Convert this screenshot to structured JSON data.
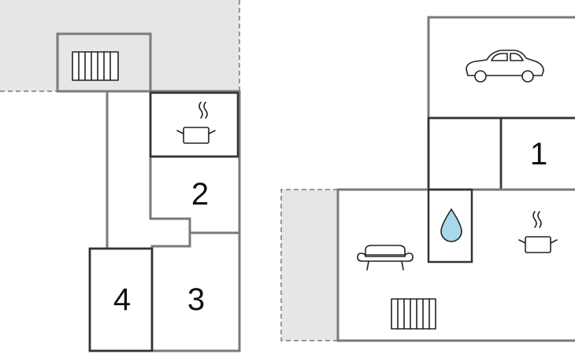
{
  "floorplan": {
    "colors": {
      "terrace": "#e6e6e6",
      "wall": "#7a7a7a",
      "wall_dark": "#333333",
      "water": "#a8d8ea"
    },
    "left_building": {
      "rooms": [
        {
          "id": "room-2",
          "label": "2"
        },
        {
          "id": "room-3",
          "label": "3"
        },
        {
          "id": "room-4",
          "label": "4"
        }
      ],
      "icons": [
        "radiator-icon",
        "kitchen-pot-icon"
      ]
    },
    "right_building": {
      "rooms": [
        {
          "id": "room-1",
          "label": "1"
        }
      ],
      "icons": [
        "car-icon",
        "water-drop-icon",
        "sofa-icon",
        "kitchen-pot-icon",
        "radiator-icon"
      ]
    }
  }
}
